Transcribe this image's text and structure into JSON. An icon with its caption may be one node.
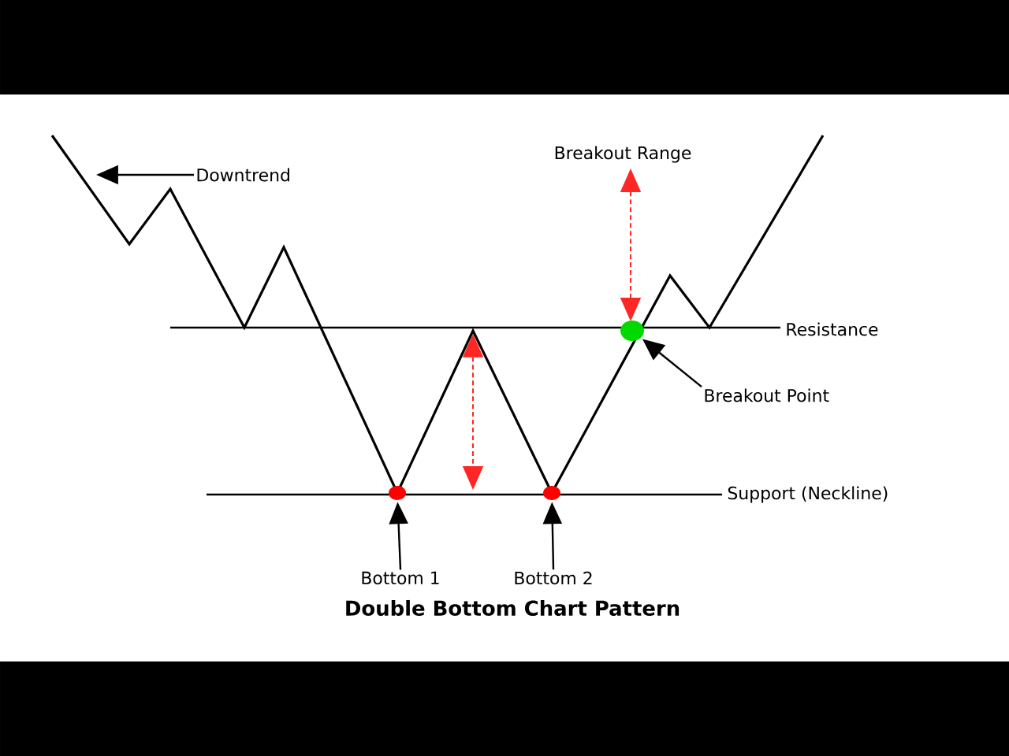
{
  "diagram": {
    "title": "Double Bottom Chart Pattern",
    "nodes": [
      {
        "text": [
          "Downtrend"
        ]
      },
      {
        "text": [
          "Breakout Point"
        ]
      },
      {
        "text": [
          "Bottom 1"
        ]
      },
      {
        "text": [
          "Bottom 2"
        ]
      },
      {
        "text": [],
        "shape": "circle"
      },
      {
        "text": [],
        "shape": "circle"
      },
      {
        "text": [],
        "shape": "circle"
      }
    ],
    "edges": [
      {
        "from": 0,
        "to": null,
        "arrow": "to"
      },
      {
        "from": 1,
        "to": 4,
        "arrow": "to"
      },
      {
        "from": 2,
        "to": 5,
        "arrow": "to"
      },
      {
        "from": 3,
        "to": 6,
        "arrow": "to"
      }
    ],
    "labels": [
      "Breakout Range",
      "Resistance",
      "Support (Neckline)"
    ]
  }
}
